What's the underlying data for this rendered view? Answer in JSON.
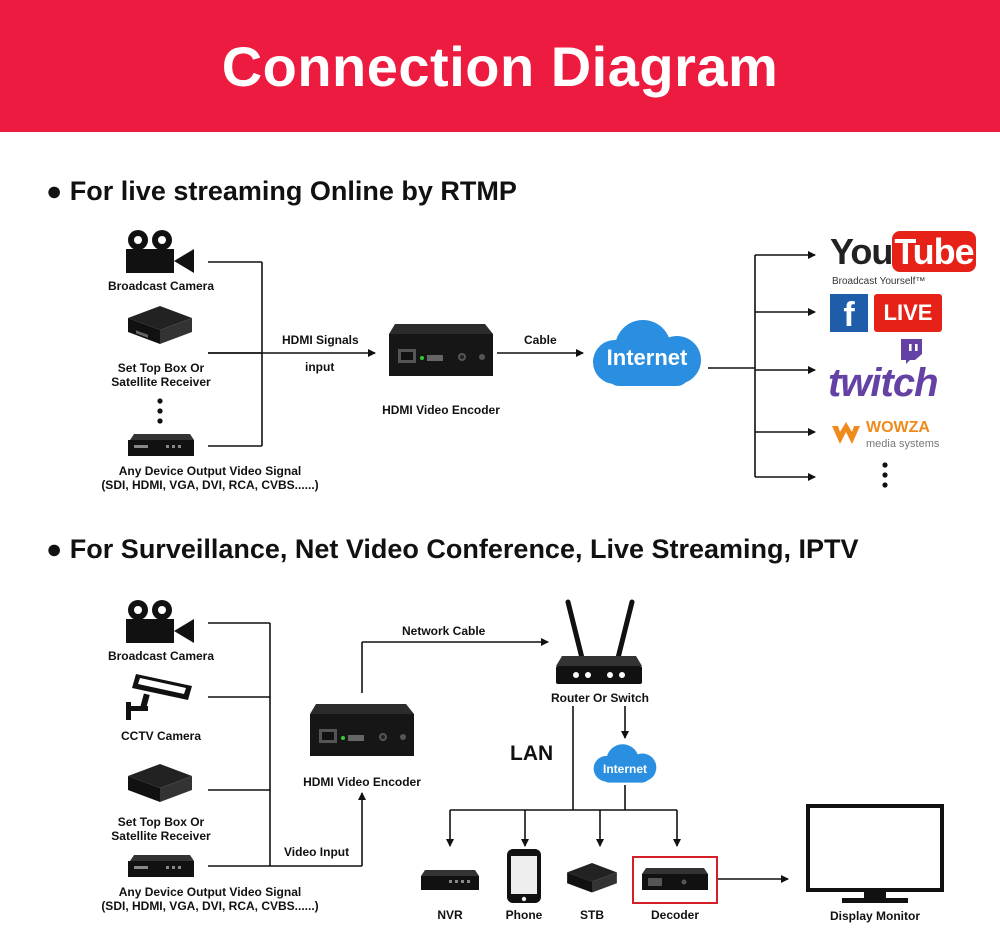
{
  "header": {
    "title": "Connection Diagram"
  },
  "section1": {
    "title": "● For live streaming Online by RTMP",
    "sources": {
      "broadcast_camera": "Broadcast Camera",
      "set_top_box": [
        "Set Top Box Or",
        "Satellite Receiver"
      ],
      "any_device": [
        "Any Device Output Video Signal",
        "(SDI, HDMI, VGA, DVI, RCA, CVBS......)"
      ]
    },
    "hdmi_signals": "HDMI Signals",
    "input": "input",
    "encoder": "HDMI Video Encoder",
    "cable": "Cable",
    "internet": "Internet",
    "platforms": {
      "youtube_you": "You",
      "youtube_tube": "Tube",
      "youtube_tagline": "Broadcast Yourself™",
      "facebook_f": "f",
      "facebook_live": "LIVE",
      "twitch": "twitch",
      "wowza": "WOWZA",
      "wowza_sub": "media systems"
    }
  },
  "section2": {
    "title": "● For Surveillance, Net Video Conference, Live Streaming, IPTV",
    "sources": {
      "broadcast_camera": "Broadcast Camera",
      "cctv_camera": "CCTV Camera",
      "set_top_box": [
        "Set Top Box Or",
        "Satellite Receiver"
      ],
      "any_device": [
        "Any Device Output Video Signal",
        "(SDI, HDMI, VGA, DVI, RCA, CVBS......)"
      ]
    },
    "video_input": "Video Input",
    "encoder": "HDMI Video Encoder",
    "network_cable": "Network Cable",
    "router": "Router Or Switch",
    "lan": "LAN",
    "internet": "Internet",
    "outputs": {
      "nvr": "NVR",
      "phone": "Phone",
      "stb": "STB",
      "decoder": "Decoder"
    },
    "display": "Display Monitor"
  },
  "colors": {
    "banner": "#ec1b3f",
    "cloud": "#2a8fe0",
    "youtube": "#e62117",
    "facebook": "#1f5dab",
    "twitch": "#6441a4",
    "wowza": "#f08a1c",
    "decoder_highlight": "#d32027"
  }
}
